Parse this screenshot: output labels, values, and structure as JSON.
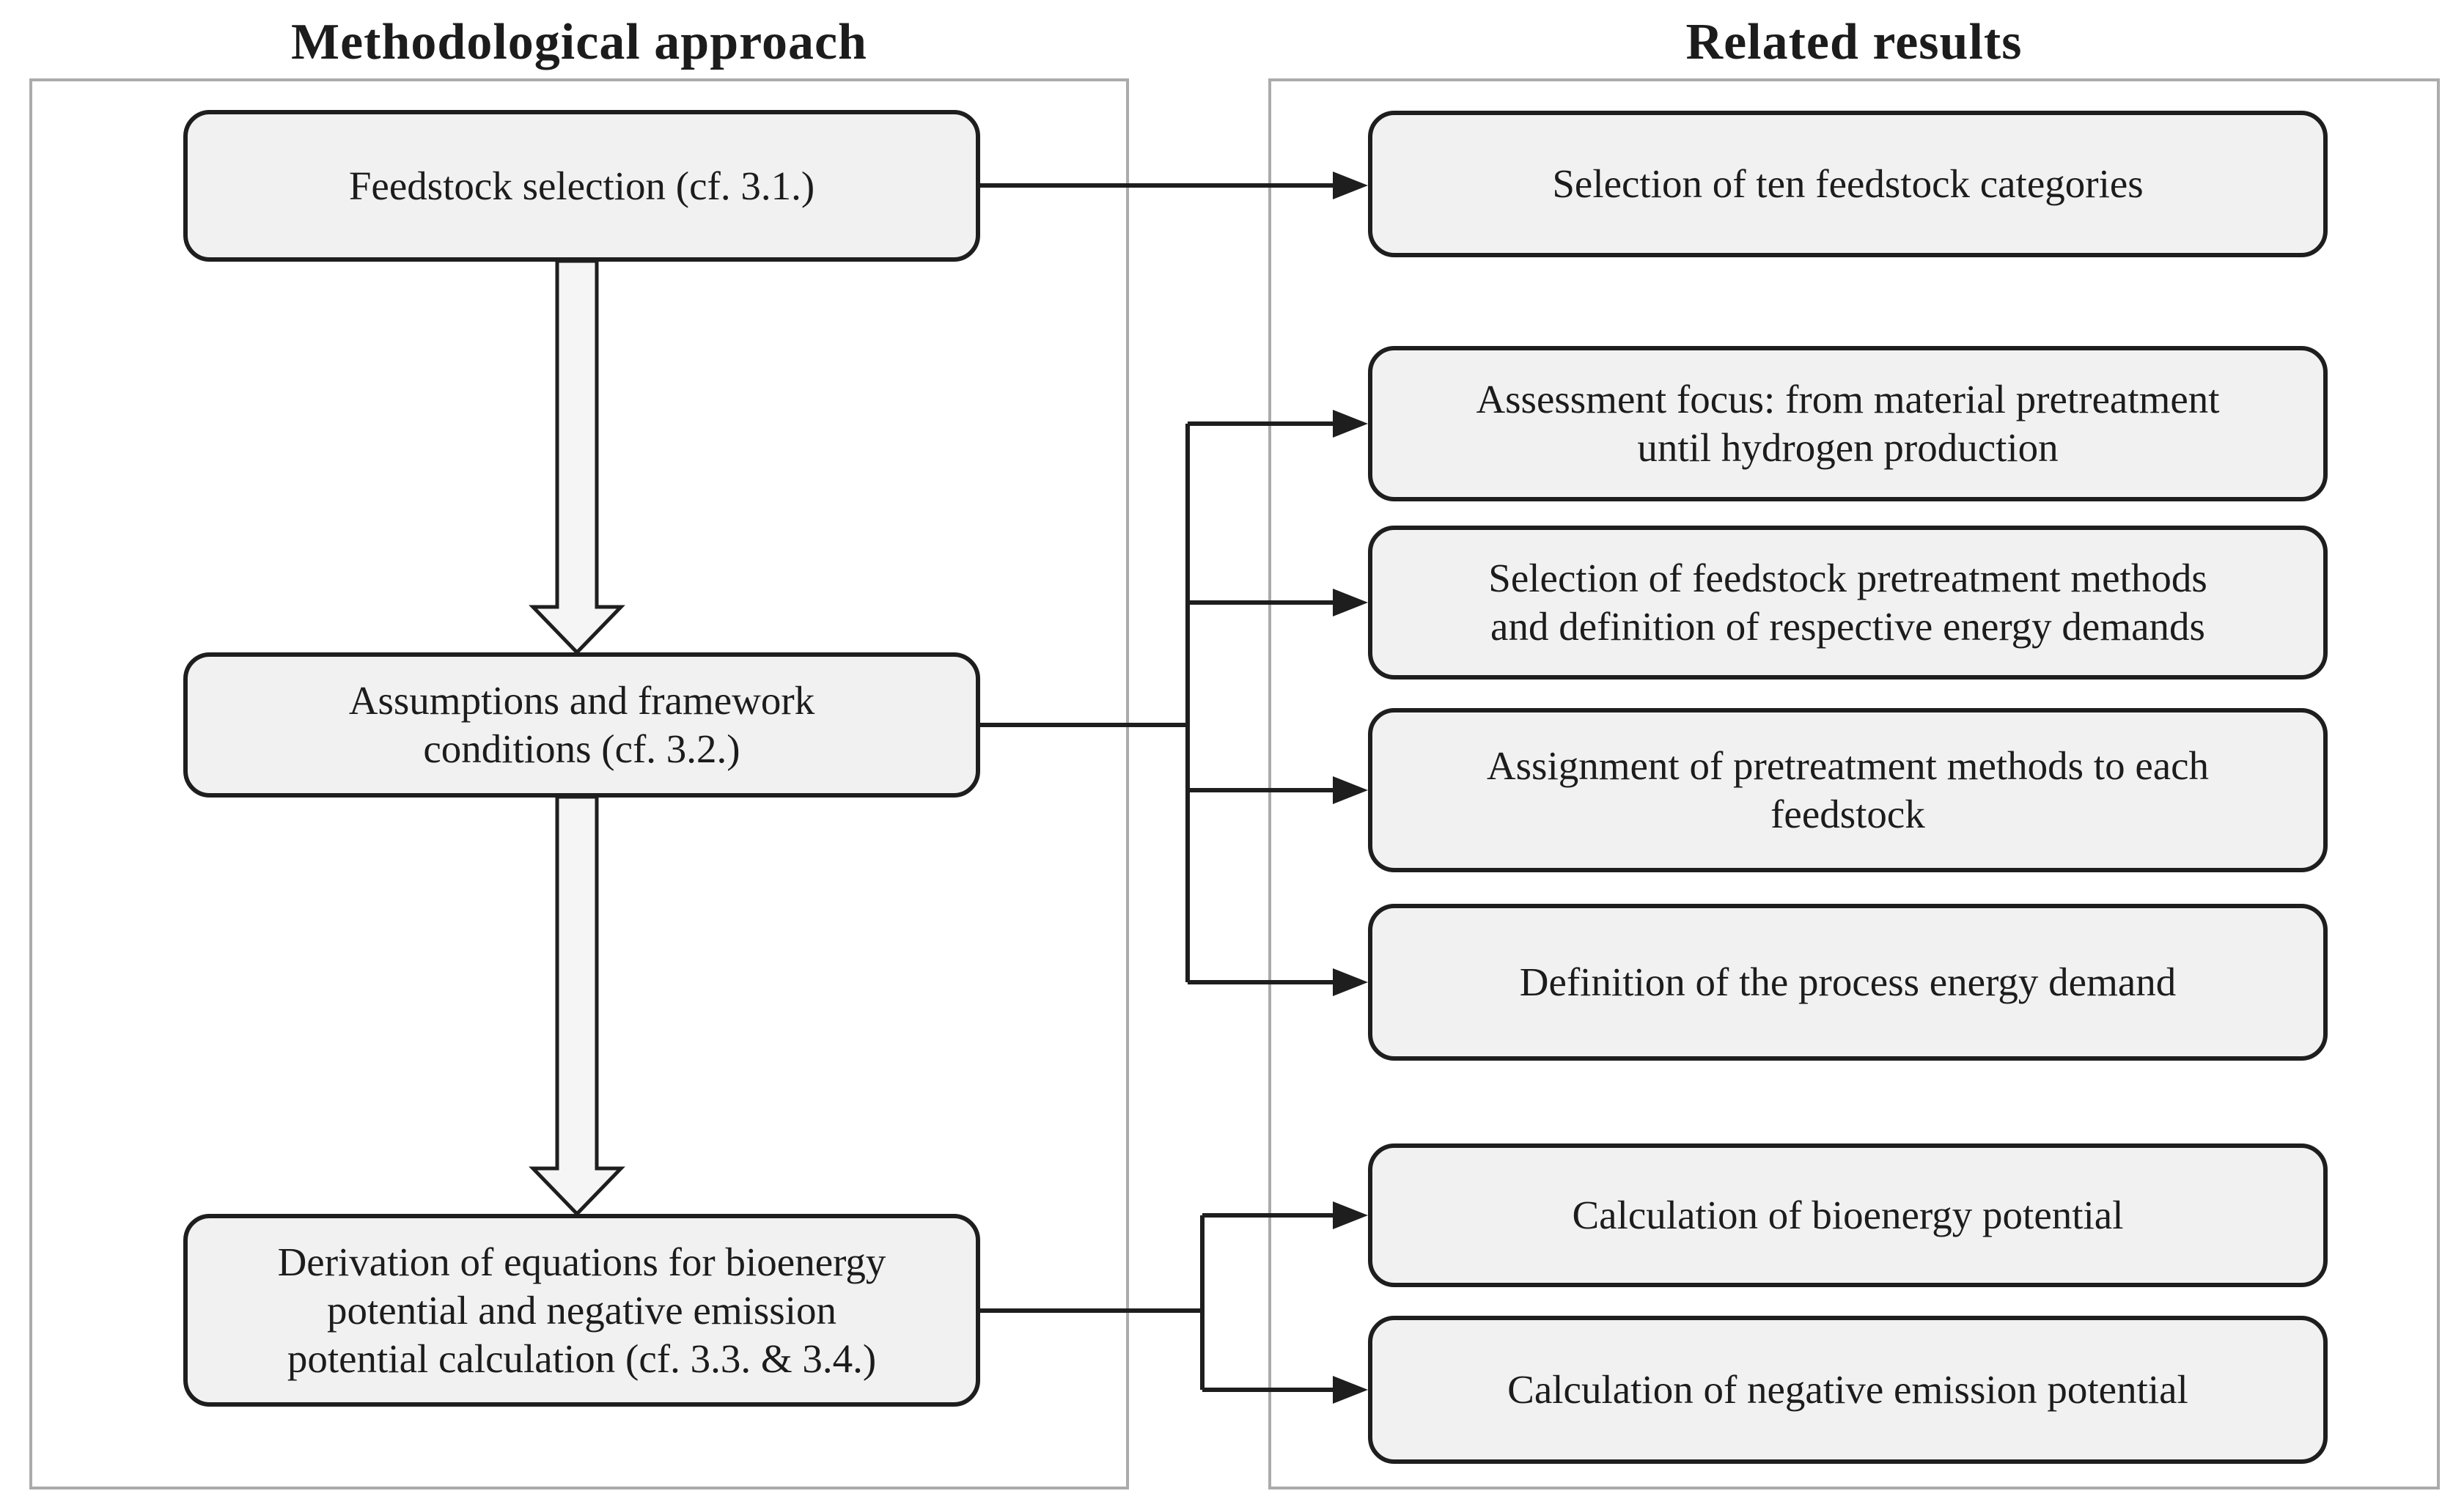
{
  "left_column": {
    "title": "Methodological approach",
    "boxes": [
      {
        "label": "Feedstock selection (cf. 3.1.)"
      },
      {
        "label": "Assumptions and framework\nconditions (cf. 3.2.)"
      },
      {
        "label": "Derivation of equations for bioenergy\npotential and negative emission\npotential calculation (cf. 3.3. & 3.4.)"
      }
    ]
  },
  "right_column": {
    "title": "Related results",
    "boxes": [
      {
        "label": "Selection of ten feedstock categories"
      },
      {
        "label": "Assessment focus: from material pretreatment\nuntil hydrogen production"
      },
      {
        "label": "Selection of feedstock pretreatment methods\nand definition of respective energy demands"
      },
      {
        "label": "Assignment of pretreatment methods to each\nfeedstock"
      },
      {
        "label": "Definition of the process energy demand"
      },
      {
        "label": "Calculation of bioenergy potential"
      },
      {
        "label": "Calculation of negative emission potential"
      }
    ]
  },
  "edges": [
    {
      "from": "left.0",
      "to": [
        "right.0"
      ]
    },
    {
      "from": "left.1",
      "to": [
        "right.1",
        "right.2",
        "right.3",
        "right.4"
      ]
    },
    {
      "from": "left.2",
      "to": [
        "right.5",
        "right.6"
      ]
    }
  ],
  "down_arrows": [
    {
      "from": "left.0",
      "to": "left.1"
    },
    {
      "from": "left.1",
      "to": "left.2"
    }
  ],
  "icons": {
    "down_arrow": "hollow-block-arrow-down",
    "arrowhead": "filled-triangle-right"
  },
  "colors": {
    "background": "#ffffff",
    "text": "#1c1c1c",
    "box_fill": "#f1f1f1",
    "box_border": "#1e1e1e",
    "connector": "#1e1e1e",
    "panel_border": "#ababab",
    "block_arrow_fill": "#f5f5f5"
  }
}
